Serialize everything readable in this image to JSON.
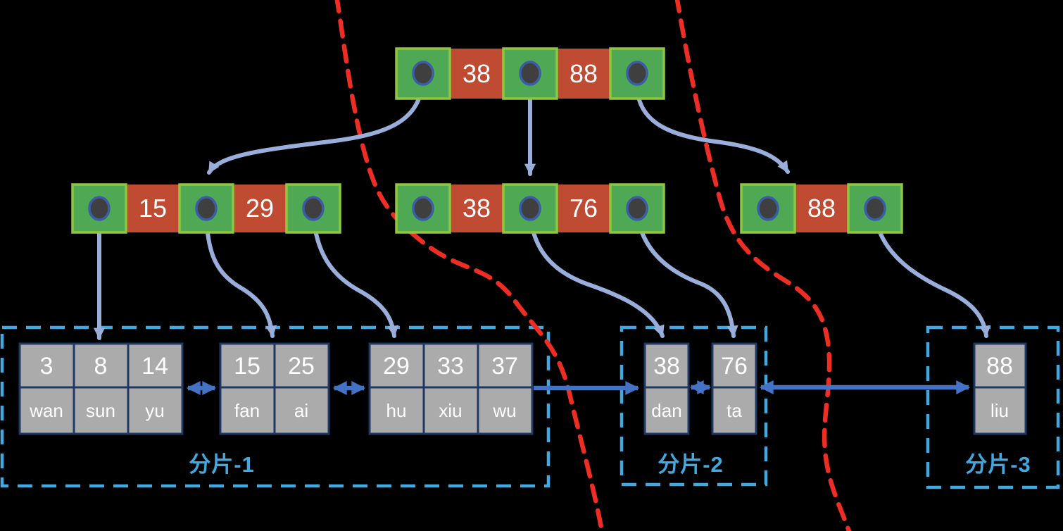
{
  "background": "#000000",
  "palette": {
    "background": "#000000",
    "pointer_cell": "#4fa954",
    "pointer_cell_border": "#90c63f",
    "key_cell": "#bf4b32",
    "pointer_dot": "#3f3f3f",
    "pointer_dot_ring": "#3b5ca8",
    "node_text": "#ffffff",
    "leaf_cell": "#ababab",
    "leaf_border": "#1f3864",
    "leaf_text": "#ffffff",
    "shard_outline": "#41a8e0",
    "shard_label": "#41a8e0",
    "split_line": "#ee2e24",
    "tree_arrow": "#9aaedb",
    "leaf_link_arrow": "#4472c4"
  },
  "root": {
    "keys": [
      "38",
      "88"
    ]
  },
  "internal_nodes": [
    {
      "id": "internal-left",
      "keys": [
        "15",
        "29"
      ]
    },
    {
      "id": "internal-center",
      "keys": [
        "38",
        "76"
      ]
    },
    {
      "id": "internal-right",
      "keys": [
        "88"
      ]
    }
  ],
  "leaf_nodes": [
    {
      "id": "leaf-1",
      "shard": 0,
      "entries": [
        {
          "key": "3",
          "value": "wan"
        },
        {
          "key": "8",
          "value": "sun"
        },
        {
          "key": "14",
          "value": "yu"
        }
      ]
    },
    {
      "id": "leaf-2",
      "shard": 0,
      "entries": [
        {
          "key": "15",
          "value": "fan"
        },
        {
          "key": "25",
          "value": "ai"
        }
      ]
    },
    {
      "id": "leaf-3",
      "shard": 0,
      "entries": [
        {
          "key": "29",
          "value": "hu"
        },
        {
          "key": "33",
          "value": "xiu"
        },
        {
          "key": "37",
          "value": "wu"
        }
      ]
    },
    {
      "id": "leaf-4",
      "shard": 1,
      "entries": [
        {
          "key": "38",
          "value": "dan"
        }
      ]
    },
    {
      "id": "leaf-5",
      "shard": 1,
      "entries": [
        {
          "key": "76",
          "value": "ta"
        }
      ]
    },
    {
      "id": "leaf-6",
      "shard": 2,
      "entries": [
        {
          "key": "88",
          "value": "liu"
        }
      ]
    }
  ],
  "shards": [
    {
      "label": "分片-1"
    },
    {
      "label": "分片-2"
    },
    {
      "label": "分片-3"
    }
  ],
  "pointer_edges": [
    {
      "from": "root.p1",
      "to": "internal-left"
    },
    {
      "from": "root.p2",
      "to": "internal-center"
    },
    {
      "from": "root.p3",
      "to": "internal-right"
    },
    {
      "from": "internal-left.p1",
      "to": "leaf-1"
    },
    {
      "from": "internal-left.p2",
      "to": "leaf-2"
    },
    {
      "from": "internal-left.p3",
      "to": "leaf-3"
    },
    {
      "from": "internal-center.p2",
      "to": "leaf-4"
    },
    {
      "from": "internal-center.p3",
      "to": "leaf-5"
    },
    {
      "from": "internal-right.p2",
      "to": "leaf-6"
    }
  ],
  "leaf_links": [
    {
      "between": [
        "leaf-1",
        "leaf-2"
      ],
      "double_headed": true
    },
    {
      "between": [
        "leaf-2",
        "leaf-3"
      ],
      "double_headed": true
    },
    {
      "between": [
        "leaf-3",
        "leaf-4"
      ],
      "double_headed": false
    },
    {
      "between": [
        "leaf-4",
        "leaf-5"
      ],
      "double_headed": true
    },
    {
      "between": [
        "leaf-5",
        "leaf-6"
      ],
      "double_headed": true
    }
  ]
}
